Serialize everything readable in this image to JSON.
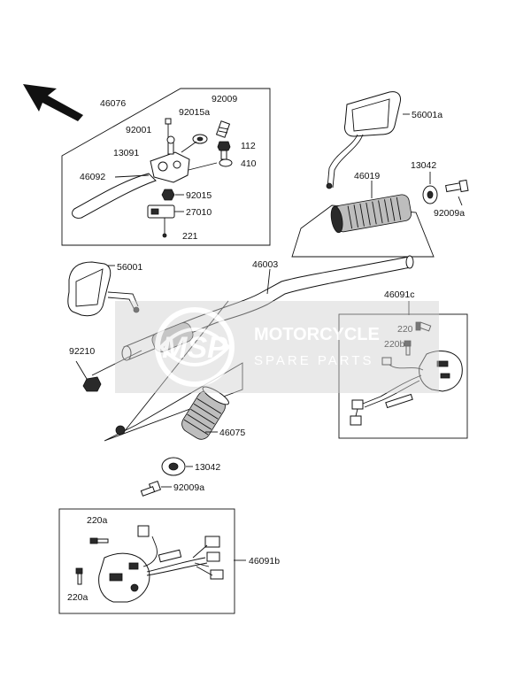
{
  "labels": {
    "p46076": "46076",
    "p92009": "92009",
    "p92001": "92001",
    "p92015a": "92015a",
    "p13091": "13091",
    "p112": "112",
    "p410": "410",
    "p46092": "46092",
    "p92015": "92015",
    "p27010": "27010",
    "p221": "221",
    "p56001a": "56001a",
    "p46019": "46019",
    "p13042_top": "13042",
    "p92009a_top": "92009a",
    "p56001": "56001",
    "p46003": "46003",
    "p46091c": "46091c",
    "p220": "220",
    "p220b": "220b",
    "p92210": "92210",
    "p46075": "46075",
    "p13042_bottom": "13042",
    "p92009a_bottom": "92009a",
    "p220a_top": "220a",
    "p220a_bottom": "220a",
    "p46091b": "46091b"
  },
  "watermark": {
    "logo": "MSP",
    "line1": "MOTORCYCLE",
    "line2": "SPARE PARTS"
  },
  "colors": {
    "ink": "#111111",
    "shade": "#bdbdbd",
    "watermark": "#c9c9c9"
  },
  "icons": {
    "front_arrow": "direction-arrow-icon"
  }
}
